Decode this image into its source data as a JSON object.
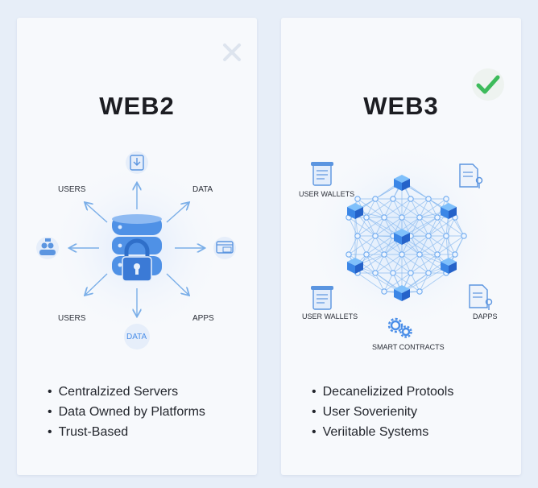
{
  "web2": {
    "title": "WEB2",
    "status_icon": "close-icon",
    "labels": {
      "users_top": "USERS",
      "data_top": "DATA",
      "users_bottom": "USERS",
      "apps_bottom": "APPS",
      "data_bottom": "DATA"
    },
    "bullets": [
      "Centralzized Servers",
      "Data Owned by Platforms",
      "Trust-Based"
    ]
  },
  "web3": {
    "title": "WEB3",
    "status_icon": "check-icon",
    "labels": {
      "user_wallets_top": "USER WALLETS",
      "user_wallets_bottom": "USER WALLETS",
      "dapps": "DAPPS",
      "smart_contracts": "SMART CONTRACTS"
    },
    "bullets": [
      "Decanelizized Protools",
      "User Soverienity",
      "Veriitable Systems"
    ]
  },
  "colors": {
    "accent_blue": "#4a8ee8",
    "check_green": "#3dbb5b",
    "cross_gray": "#dde4ee"
  }
}
